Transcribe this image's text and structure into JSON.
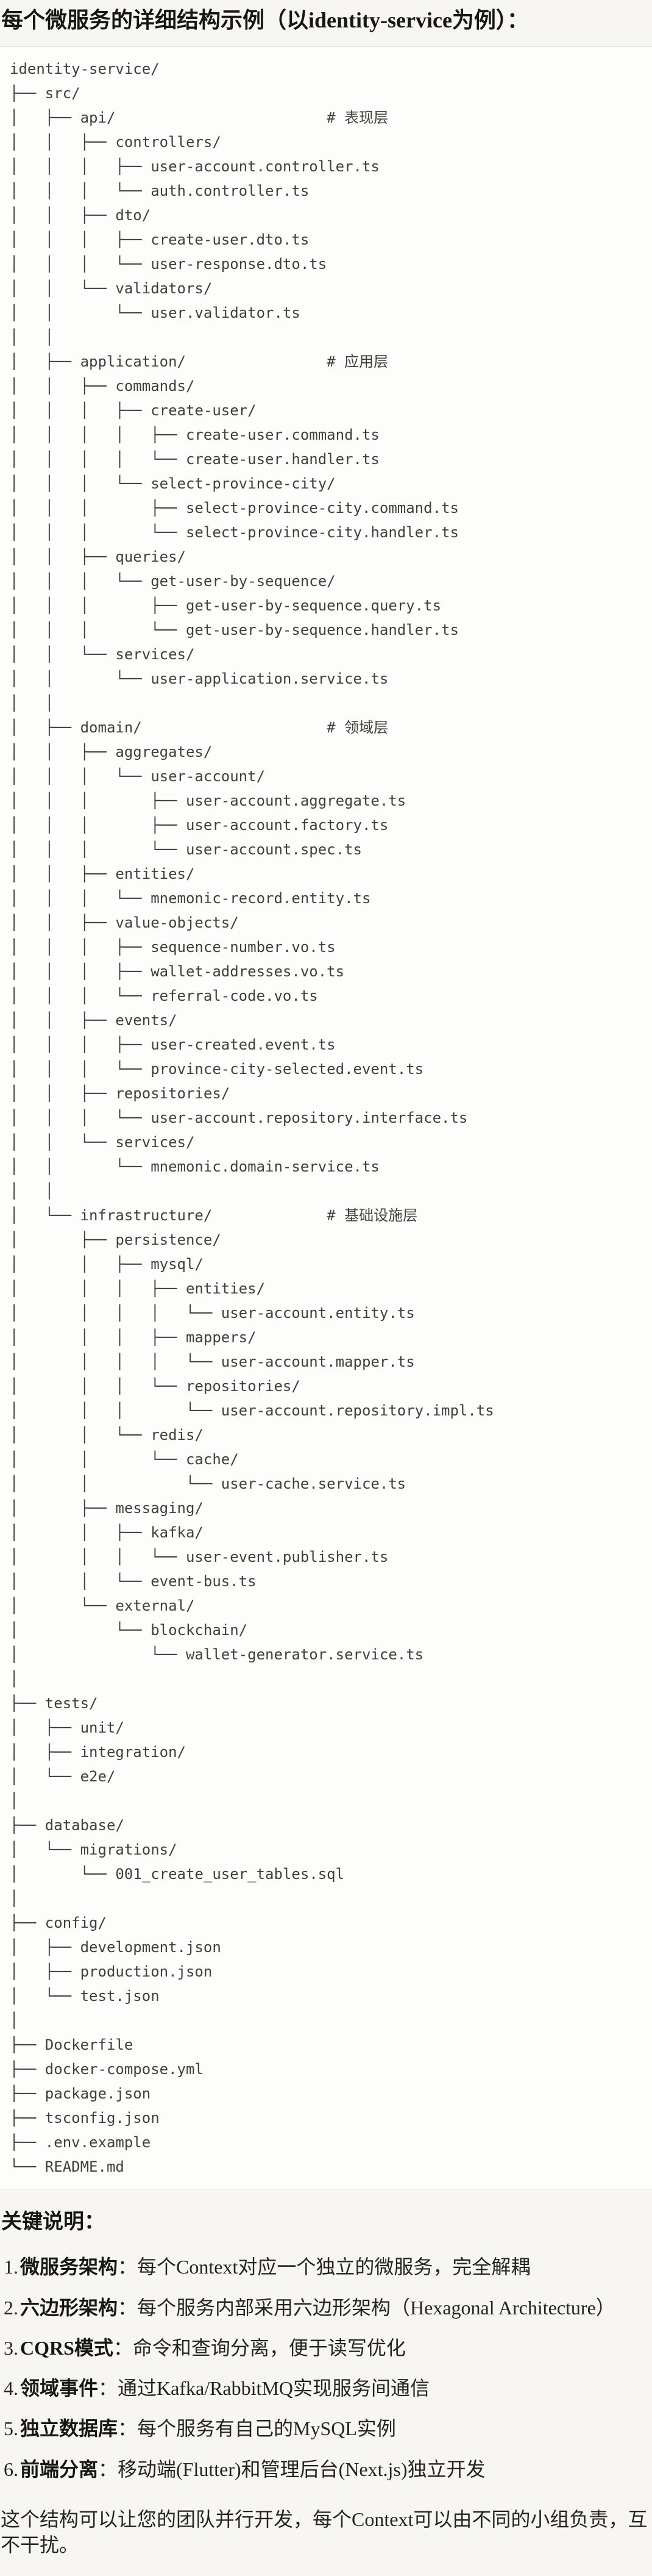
{
  "page": {
    "title": "每个微服务的详细结构示例（以identity-service为例）："
  },
  "tree": {
    "lines": [
      "identity-service/",
      "├── src/",
      "│   ├── api/                        # 表现层",
      "│   │   ├── controllers/",
      "│   │   │   ├── user-account.controller.ts",
      "│   │   │   └── auth.controller.ts",
      "│   │   ├── dto/",
      "│   │   │   ├── create-user.dto.ts",
      "│   │   │   └── user-response.dto.ts",
      "│   │   └── validators/",
      "│   │       └── user.validator.ts",
      "│   │",
      "│   ├── application/                # 应用层",
      "│   │   ├── commands/",
      "│   │   │   ├── create-user/",
      "│   │   │   │   ├── create-user.command.ts",
      "│   │   │   │   └── create-user.handler.ts",
      "│   │   │   └── select-province-city/",
      "│   │   │       ├── select-province-city.command.ts",
      "│   │   │       └── select-province-city.handler.ts",
      "│   │   ├── queries/",
      "│   │   │   └── get-user-by-sequence/",
      "│   │   │       ├── get-user-by-sequence.query.ts",
      "│   │   │       └── get-user-by-sequence.handler.ts",
      "│   │   └── services/",
      "│   │       └── user-application.service.ts",
      "│   │",
      "│   ├── domain/                     # 领域层",
      "│   │   ├── aggregates/",
      "│   │   │   └── user-account/",
      "│   │   │       ├── user-account.aggregate.ts",
      "│   │   │       ├── user-account.factory.ts",
      "│   │   │       └── user-account.spec.ts",
      "│   │   ├── entities/",
      "│   │   │   └── mnemonic-record.entity.ts",
      "│   │   ├── value-objects/",
      "│   │   │   ├── sequence-number.vo.ts",
      "│   │   │   ├── wallet-addresses.vo.ts",
      "│   │   │   └── referral-code.vo.ts",
      "│   │   ├── events/",
      "│   │   │   ├── user-created.event.ts",
      "│   │   │   └── province-city-selected.event.ts",
      "│   │   ├── repositories/",
      "│   │   │   └── user-account.repository.interface.ts",
      "│   │   └── services/",
      "│   │       └── mnemonic.domain-service.ts",
      "│   │",
      "│   └── infrastructure/             # 基础设施层",
      "│       ├── persistence/",
      "│       │   ├── mysql/",
      "│       │   │   ├── entities/",
      "│       │   │   │   └── user-account.entity.ts",
      "│       │   │   ├── mappers/",
      "│       │   │   │   └── user-account.mapper.ts",
      "│       │   │   └── repositories/",
      "│       │   │       └── user-account.repository.impl.ts",
      "│       │   └── redis/",
      "│       │       └── cache/",
      "│       │           └── user-cache.service.ts",
      "│       ├── messaging/",
      "│       │   ├── kafka/",
      "│       │   │   └── user-event.publisher.ts",
      "│       │   └── event-bus.ts",
      "│       └── external/",
      "│           └── blockchain/",
      "│               └── wallet-generator.service.ts",
      "│",
      "├── tests/",
      "│   ├── unit/",
      "│   ├── integration/",
      "│   └── e2e/",
      "│",
      "├── database/",
      "│   └── migrations/",
      "│       └── 001_create_user_tables.sql",
      "│",
      "├── config/",
      "│   ├── development.json",
      "│   ├── production.json",
      "│   └── test.json",
      "│",
      "├── Dockerfile",
      "├── docker-compose.yml",
      "├── package.json",
      "├── tsconfig.json",
      "├── .env.example",
      "└── README.md"
    ]
  },
  "notes": {
    "heading": "关键说明：",
    "items": [
      {
        "num": "1.",
        "label": "微服务架构",
        "text": "：每个Context对应一个独立的微服务，完全解耦"
      },
      {
        "num": "2.",
        "label": "六边形架构",
        "text": "：每个服务内部采用六边形架构（Hexagonal Architecture）"
      },
      {
        "num": "3.",
        "label": "CQRS模式",
        "text": "：命令和查询分离，便于读写优化"
      },
      {
        "num": "4.",
        "label": "领域事件",
        "text": "：通过Kafka/RabbitMQ实现服务间通信"
      },
      {
        "num": "5.",
        "label": "独立数据库",
        "text": "：每个服务有自己的MySQL实例"
      },
      {
        "num": "6.",
        "label": "前端分离",
        "text": "：移动端(Flutter)和管理后台(Next.js)独立开发"
      }
    ],
    "footer": "这个结构可以让您的团队并行开发，每个Context可以由不同的小组负责，互不干扰。"
  },
  "colors": {
    "page_background": "#f8f6f2",
    "code_background": "#fdfdfb",
    "code_border": "#e4e2dd",
    "code_text": "#3f3f3c",
    "heading_text": "#161612",
    "body_text": "#242420"
  }
}
